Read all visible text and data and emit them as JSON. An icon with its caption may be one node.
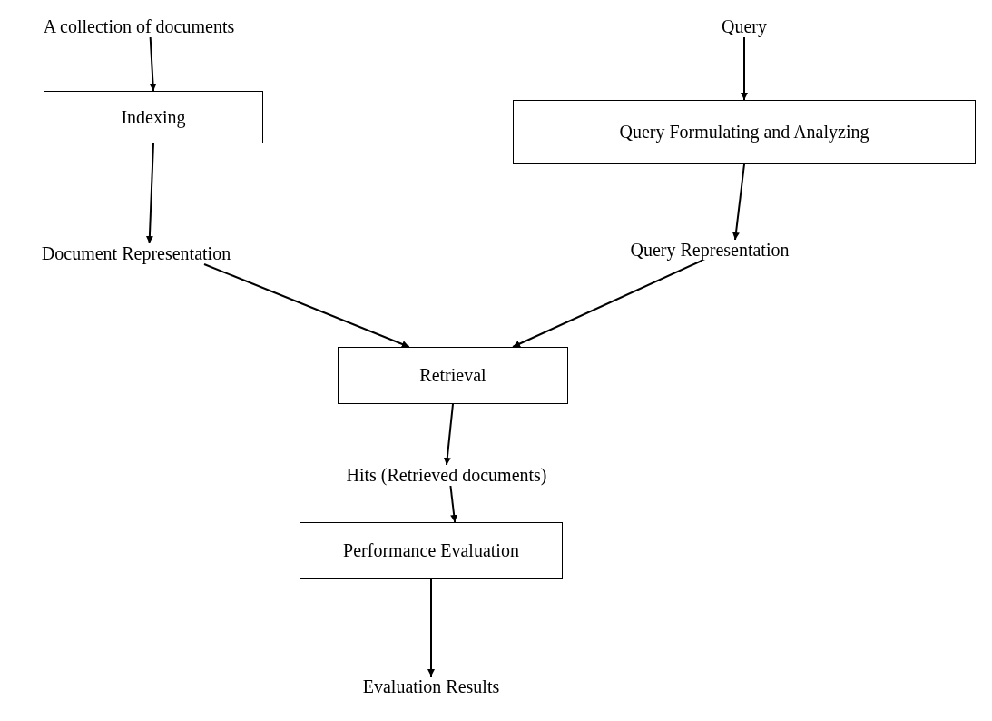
{
  "diagram": {
    "nodes": [
      {
        "text": [
          "A collection of documents"
        ]
      },
      {
        "text": [
          "Indexing"
        ]
      },
      {
        "text": [
          "Document Representation"
        ]
      },
      {
        "text": [
          "Query"
        ]
      },
      {
        "text": [
          "Query Formulating and Analyzing"
        ]
      },
      {
        "text": [
          "Query Representation"
        ]
      },
      {
        "text": [
          "Retrieval"
        ]
      },
      {
        "text": [
          "Hits (Retrieved documents)"
        ]
      },
      {
        "text": [
          "Performance Evaluation"
        ]
      },
      {
        "text": [
          "Evaluation Results"
        ]
      }
    ],
    "edges": [
      {
        "from": 0,
        "to": 1,
        "arrow": "to"
      },
      {
        "from": 1,
        "to": 2,
        "arrow": "to"
      },
      {
        "from": 3,
        "to": 4,
        "arrow": "to"
      },
      {
        "from": 4,
        "to": 5,
        "arrow": "to"
      },
      {
        "from": 2,
        "to": 6,
        "arrow": "to"
      },
      {
        "from": 5,
        "to": 6,
        "arrow": "to"
      },
      {
        "from": 6,
        "to": 7,
        "arrow": "to"
      },
      {
        "from": 7,
        "to": 8,
        "arrow": "to"
      },
      {
        "from": 8,
        "to": 9,
        "arrow": "to"
      }
    ]
  }
}
